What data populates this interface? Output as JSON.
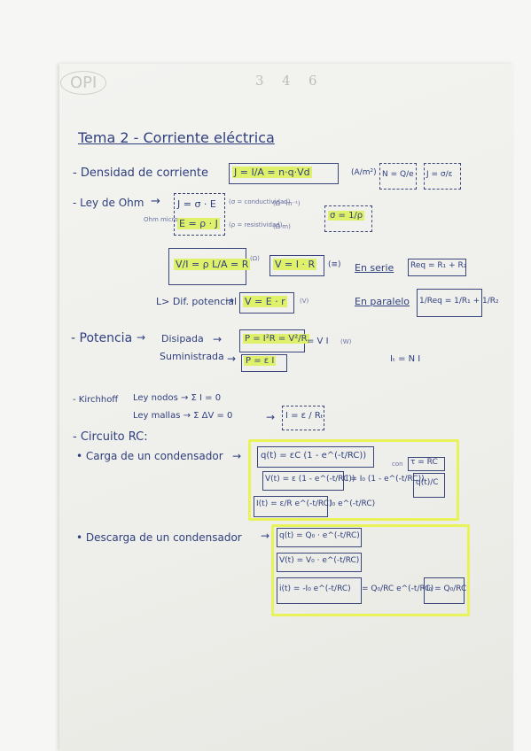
{
  "page_label": "OPI",
  "top_numbers": [
    "3",
    "4",
    "6"
  ],
  "title": "Tema 2 - Corriente eléctrica",
  "densidad": {
    "label": "- Densidad de corriente",
    "formula": "J = I/A = n·q·Vd",
    "unit": "(A/m²)",
    "box1": "N = Q/e",
    "box2": "J = σ/ε"
  },
  "ohm": {
    "label": "- Ley de Ohm",
    "f1": "J = σ · E",
    "f2": "E = ρ · J",
    "n1": "(σ = conductividad)",
    "n2": "(ρ = resistividad)",
    "u1": "(Ω⁻¹m⁻¹)",
    "u2": "(Ω·m)",
    "side": "σ = 1/ρ",
    "left_note": "Ohm micro"
  },
  "vir": {
    "f1": "V/I = ρ L/A = R",
    "u1": "(Ω)",
    "f2": "V = I · R",
    "serie": "En serie",
    "serie_f": "Req = R₁ + R₂",
    "paralelo": "En paralelo",
    "paralelo_f": "1/Req = 1/R₁ + 1/R₂",
    "eq_sign": "(≡)"
  },
  "dif": {
    "label": "L> Dif. potencial",
    "formula": "V = E · r",
    "unit": "(V)"
  },
  "potencia": {
    "label": "- Potencia",
    "dis": "Disipada",
    "dis_f": "P = I²R = V²/R",
    "dis_eq": "= V I",
    "dis_u": "(W)",
    "sum": "Suministrada",
    "sum_f": "P = ε I",
    "it": "Iₜ = N I"
  },
  "kirchhoff": {
    "label": "- Kirchhoff",
    "nodos": "Ley nodos → Σ I = 0",
    "mallas": "Ley mallas → Σ ΔV = 0",
    "formula": "I = ε / Rₜ"
  },
  "circuito": {
    "label": "- Circuito RC:",
    "carga": "• Carga de un condensador",
    "q": "q(t) = εC (1 - e^(-t/RC))",
    "tau": "τ = RC",
    "con": "con",
    "v": "V(t) = ε (1 - e^(-t/RC))",
    "i_v": "i = I₀ (1 - e^(-t/RC))",
    "qc": "q(t)/C",
    "i": "I(t) = ε/R e^(-t/RC)",
    "i0": "I₀ e^(-t/RC)"
  },
  "descarga": {
    "label": "• Descarga de un condensador",
    "q": "q(t) = Q₀ · e^(-t/RC)",
    "v": "V(t) = V₀ · e^(-t/RC)",
    "i": "i(t) = -I₀ e^(-t/RC)",
    "i2": "= Q₀/RC e^(-t/RC)",
    "i0": "I₀ = Q₀/RC"
  },
  "colors": {
    "ink": "#2f3f7e",
    "highlight": "#dff06a",
    "paper": "#f1f1ee"
  }
}
